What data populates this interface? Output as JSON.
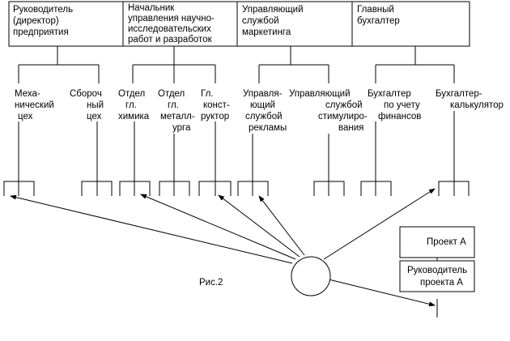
{
  "header": [
    {
      "id": "director",
      "lines": [
        "Руководитель",
        "(директор)",
        "предприятия"
      ]
    },
    {
      "id": "rnd_head",
      "lines": [
        "Начальник",
        "управления научно-",
        "исследовательских",
        "работ и разработок"
      ]
    },
    {
      "id": "marketing_head",
      "lines": [
        "Управляющий",
        "службой",
        "маркетинга"
      ]
    },
    {
      "id": "chief_accountant",
      "lines": [
        "Главный",
        "бухгалтер"
      ]
    }
  ],
  "units": [
    {
      "id": "mech",
      "lines": [
        "Меха-",
        "нический",
        "цех"
      ]
    },
    {
      "id": "assembly",
      "lines": [
        "Сбороч",
        "ный",
        "цех"
      ]
    },
    {
      "id": "chemist",
      "lines": [
        "Отдел",
        "гл.",
        "химика"
      ]
    },
    {
      "id": "metallurgist",
      "lines": [
        "Отдел",
        "гл.",
        "металл-",
        "урга"
      ]
    },
    {
      "id": "designer",
      "lines": [
        "Гл.",
        "конст-",
        "руктор"
      ]
    },
    {
      "id": "advertising",
      "lines": [
        "Управля-",
        "ющий",
        "службой",
        "рекламы"
      ]
    },
    {
      "id": "stimulation",
      "lines": [
        "Управляющий",
        "службой",
        "стимулиро-",
        "вания"
      ]
    },
    {
      "id": "finance_acc",
      "lines": [
        "Бухгалтер",
        "по учету",
        "финансов"
      ]
    },
    {
      "id": "calc_acc",
      "lines": [
        "Бухгалтер-",
        "калькулятор"
      ]
    }
  ],
  "project": {
    "box_label": "Проект А",
    "manager_lines": [
      "Руководитель",
      "проекта А"
    ]
  },
  "caption": "Рис.2"
}
